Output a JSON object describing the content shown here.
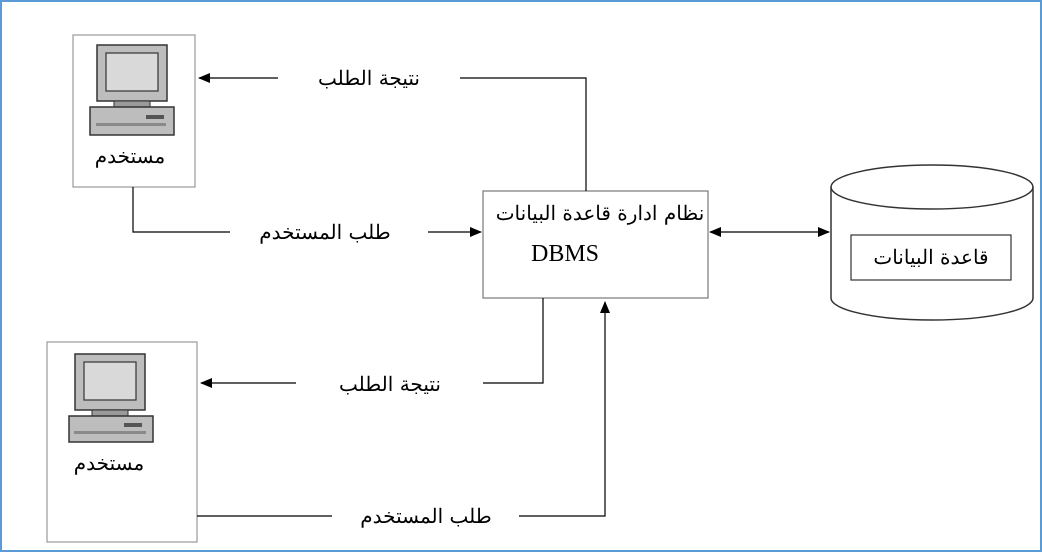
{
  "diagram": {
    "user_label": "مستخدم",
    "request_result": "نتيجة الطلب",
    "user_request": "طلب المستخدم",
    "dbms_title": "نظام ادارة قاعدة البيانات",
    "dbms_abbr": "DBMS",
    "database_label": "قاعدة البيانات"
  }
}
